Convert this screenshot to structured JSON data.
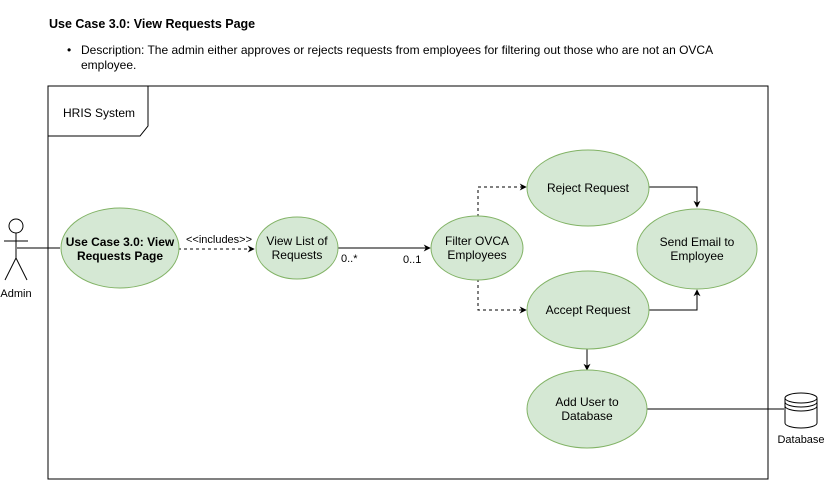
{
  "heading": {
    "title": "Use Case 3.0: View Requests Page",
    "bullet": "•",
    "description": "Description: The admin either approves or rejects requests from employees for filtering out those who are not an OVCA employee."
  },
  "system": {
    "label": "HRIS System"
  },
  "actors": {
    "admin": "Admin",
    "database": "Database"
  },
  "use_cases": {
    "main_line1": "Use Case 3.0: View",
    "main_line2": "Requests Page",
    "view_list_line1": "View List of",
    "view_list_line2": "Requests",
    "filter_line1": "Filter OVCA",
    "filter_line2": "Employees",
    "reject": "Reject Request",
    "accept": "Accept Request",
    "send_email_line1": "Send Email to",
    "send_email_line2": "Employee",
    "add_user_line1": "Add User to",
    "add_user_line2": "Database"
  },
  "relations": {
    "includes": "<<includes>>",
    "mult_left": "0..*",
    "mult_right": "0..1"
  },
  "colors": {
    "usecase_fill": "#d5e8d4",
    "usecase_stroke": "#82b366",
    "line": "#000000"
  }
}
